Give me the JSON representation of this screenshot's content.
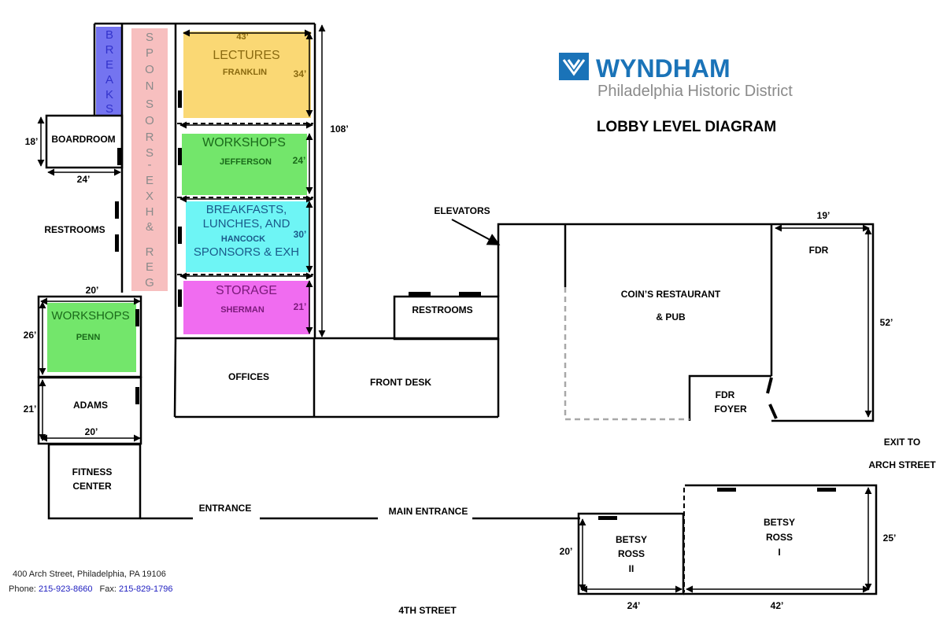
{
  "brand": {
    "name": "WYNDHAM",
    "subtitle": "Philadelphia Historic District",
    "logo_color": "#1a73b8",
    "subtitle_color": "#8a8a8a"
  },
  "diagram_title": "LOBBY LEVEL DIAGRAM",
  "colors": {
    "lectures": "#fad874",
    "workshops": "#73e66b",
    "breakfasts": "#6ef5f5",
    "storage": "#f06cf0",
    "breaks": "#7474f0",
    "sponsors": "#f7bfbf"
  },
  "rooms": {
    "breaks_letters": [
      "B",
      "R",
      "E",
      "A",
      "K",
      "S"
    ],
    "sponsors_letters": [
      "S",
      "P",
      "O",
      "N",
      "S",
      "O",
      "R",
      "S",
      "-",
      "E",
      "X",
      "H",
      "&",
      "R",
      "E",
      "G"
    ],
    "lectures": {
      "title": "LECTURES",
      "name": "FRANKLIN",
      "width": "43’",
      "depth": "34’"
    },
    "jefferson": {
      "title": "WORKSHOPS",
      "name": "JEFFERSON",
      "depth": "24’"
    },
    "hancock": {
      "title_lines": [
        "BREAKFASTS,",
        "LUNCHES, AND"
      ],
      "name": "HANCOCK",
      "subtitle": "SPONSORS & EXH",
      "depth": "30’"
    },
    "storage": {
      "title": "STORAGE",
      "name": "SHERMAN",
      "depth": "21’"
    },
    "wing_length": "108’",
    "boardroom": {
      "name": "BOARDROOM",
      "depth": "18’",
      "width": "24’"
    },
    "restrooms_west": "RESTROOMS",
    "penn": {
      "width": "20’",
      "title": "WORKSHOPS",
      "name": "PENN",
      "depth": "26’"
    },
    "adams": {
      "name": "ADAMS",
      "depth": "21’",
      "width": "20’"
    },
    "fitness": {
      "lines": [
        "FITNESS",
        "CENTER"
      ]
    },
    "offices": "OFFICES",
    "front_desk": "FRONT DESK",
    "restrooms_center": "RESTROOMS",
    "elevators": "ELEVATORS",
    "restaurant": {
      "lines": [
        "COIN’S RESTAURANT",
        "& PUB"
      ]
    },
    "fdr": {
      "name": "FDR",
      "width": "19’",
      "depth": "52’"
    },
    "fdr_foyer": {
      "lines": [
        "FDR",
        "FOYER"
      ]
    },
    "exit": {
      "lines": [
        "EXIT TO",
        "ARCH STREET"
      ]
    },
    "entrance": "ENTRANCE",
    "main_entrance": "MAIN ENTRANCE",
    "betsy_ross_2": {
      "lines": [
        "BETSY",
        "ROSS",
        "II"
      ],
      "depth": "20’",
      "width": "24’"
    },
    "betsy_ross_1": {
      "lines": [
        "BETSY",
        "ROSS",
        "I"
      ],
      "depth": "25’",
      "width": "42’"
    },
    "street": "4TH STREET"
  },
  "contact": {
    "address": "400 Arch Street, Philadelphia, PA 19106",
    "phone_label": "Phone:",
    "phone": "215-923-8660",
    "fax_label": "Fax:",
    "fax": "215-829-1796"
  }
}
